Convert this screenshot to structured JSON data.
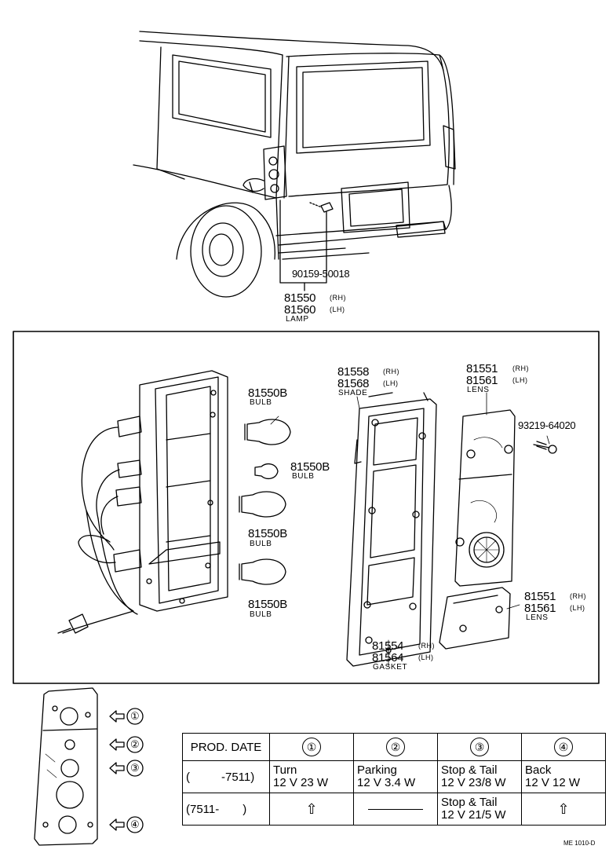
{
  "top_labels": {
    "screw_part": "90159-50018",
    "lamp_rh": "81550",
    "lamp_rh_side": "(RH)",
    "lamp_lh": "81560",
    "lamp_lh_side": "(LH)",
    "lamp_caption": "LAMP"
  },
  "detail_labels": {
    "bulb1_part": "81550B",
    "bulb1_caption": "BULB",
    "bulb2_part": "81550B",
    "bulb2_caption": "BULB",
    "bulb3_part": "81550B",
    "bulb3_caption": "BULB",
    "bulb4_part": "81550B",
    "bulb4_caption": "BULB",
    "shade_rh": "81558",
    "shade_rh_side": "(RH)",
    "shade_lh": "81568",
    "shade_lh_side": "(LH)",
    "shade_caption": "SHADE",
    "lens_top_rh": "81551",
    "lens_top_rh_side": "(RH)",
    "lens_top_lh": "81561",
    "lens_top_lh_side": "(LH)",
    "lens_top_caption": "LENS",
    "screw2_part": "93219-64020",
    "lens_bot_rh": "81551",
    "lens_bot_rh_side": "(RH)",
    "lens_bot_lh": "81561",
    "lens_bot_lh_side": "(LH)",
    "lens_bot_caption": "LENS",
    "gasket_rh": "81554",
    "gasket_rh_side": "(RH)",
    "gasket_lh": "81564",
    "gasket_lh_side": "(LH)",
    "gasket_caption": "GASKET"
  },
  "callouts": [
    "①",
    "②",
    "③",
    "④"
  ],
  "table": {
    "header": [
      "PROD. DATE",
      "①",
      "②",
      "③",
      "④"
    ],
    "row1": {
      "date_open": "(",
      "date_value": "-7511)",
      "c1_line1": "Turn",
      "c1_line2": "12 V   23 W",
      "c2_line1": "Parking",
      "c2_line2": "12 V   3.4 W",
      "c3_line1": "Stop & Tail",
      "c3_line2": "12 V   23/8 W",
      "c4_line1": "Back",
      "c4_line2": "12 V   12 W"
    },
    "row2": {
      "date_value": "(7511-",
      "date_close": ")",
      "c1": "⇧",
      "c3_line1": "Stop & Tail",
      "c3_line2": "12 V  21/5 W",
      "c4": "⇧"
    }
  },
  "footer_code": "ME 1010-D"
}
